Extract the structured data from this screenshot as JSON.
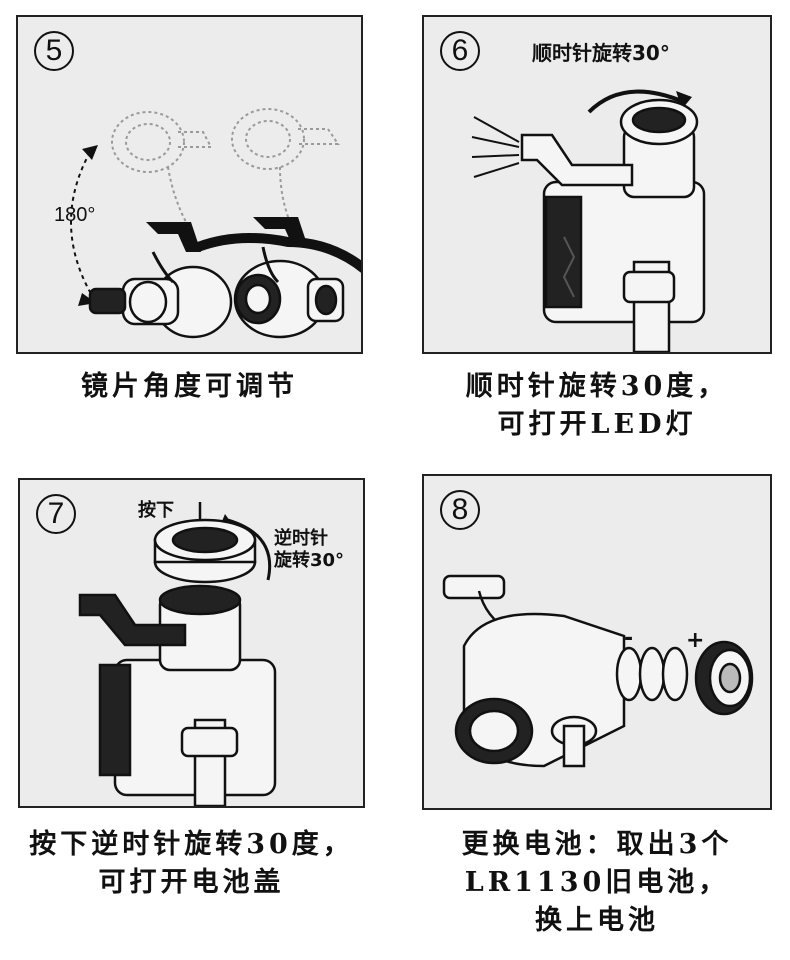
{
  "steps": [
    {
      "number": "5",
      "labels": {
        "angle": "180°"
      },
      "caption": [
        "镜片角度可调节"
      ]
    },
    {
      "number": "6",
      "labels": {
        "rotate": "顺时针旋转30°"
      },
      "caption": [
        "顺时针旋转30度，",
        "可打开LED灯"
      ]
    },
    {
      "number": "7",
      "labels": {
        "press": "按下",
        "rotate_line1": "逆时针",
        "rotate_line2": "旋转30°"
      },
      "caption": [
        "按下逆时针旋转30度，",
        "可打开电池盖"
      ]
    },
    {
      "number": "8",
      "labels": {
        "minus": "-",
        "plus": "+"
      },
      "caption": [
        "更换电池：取出3个",
        "LR1130旧电池，",
        "换上电池"
      ]
    }
  ]
}
